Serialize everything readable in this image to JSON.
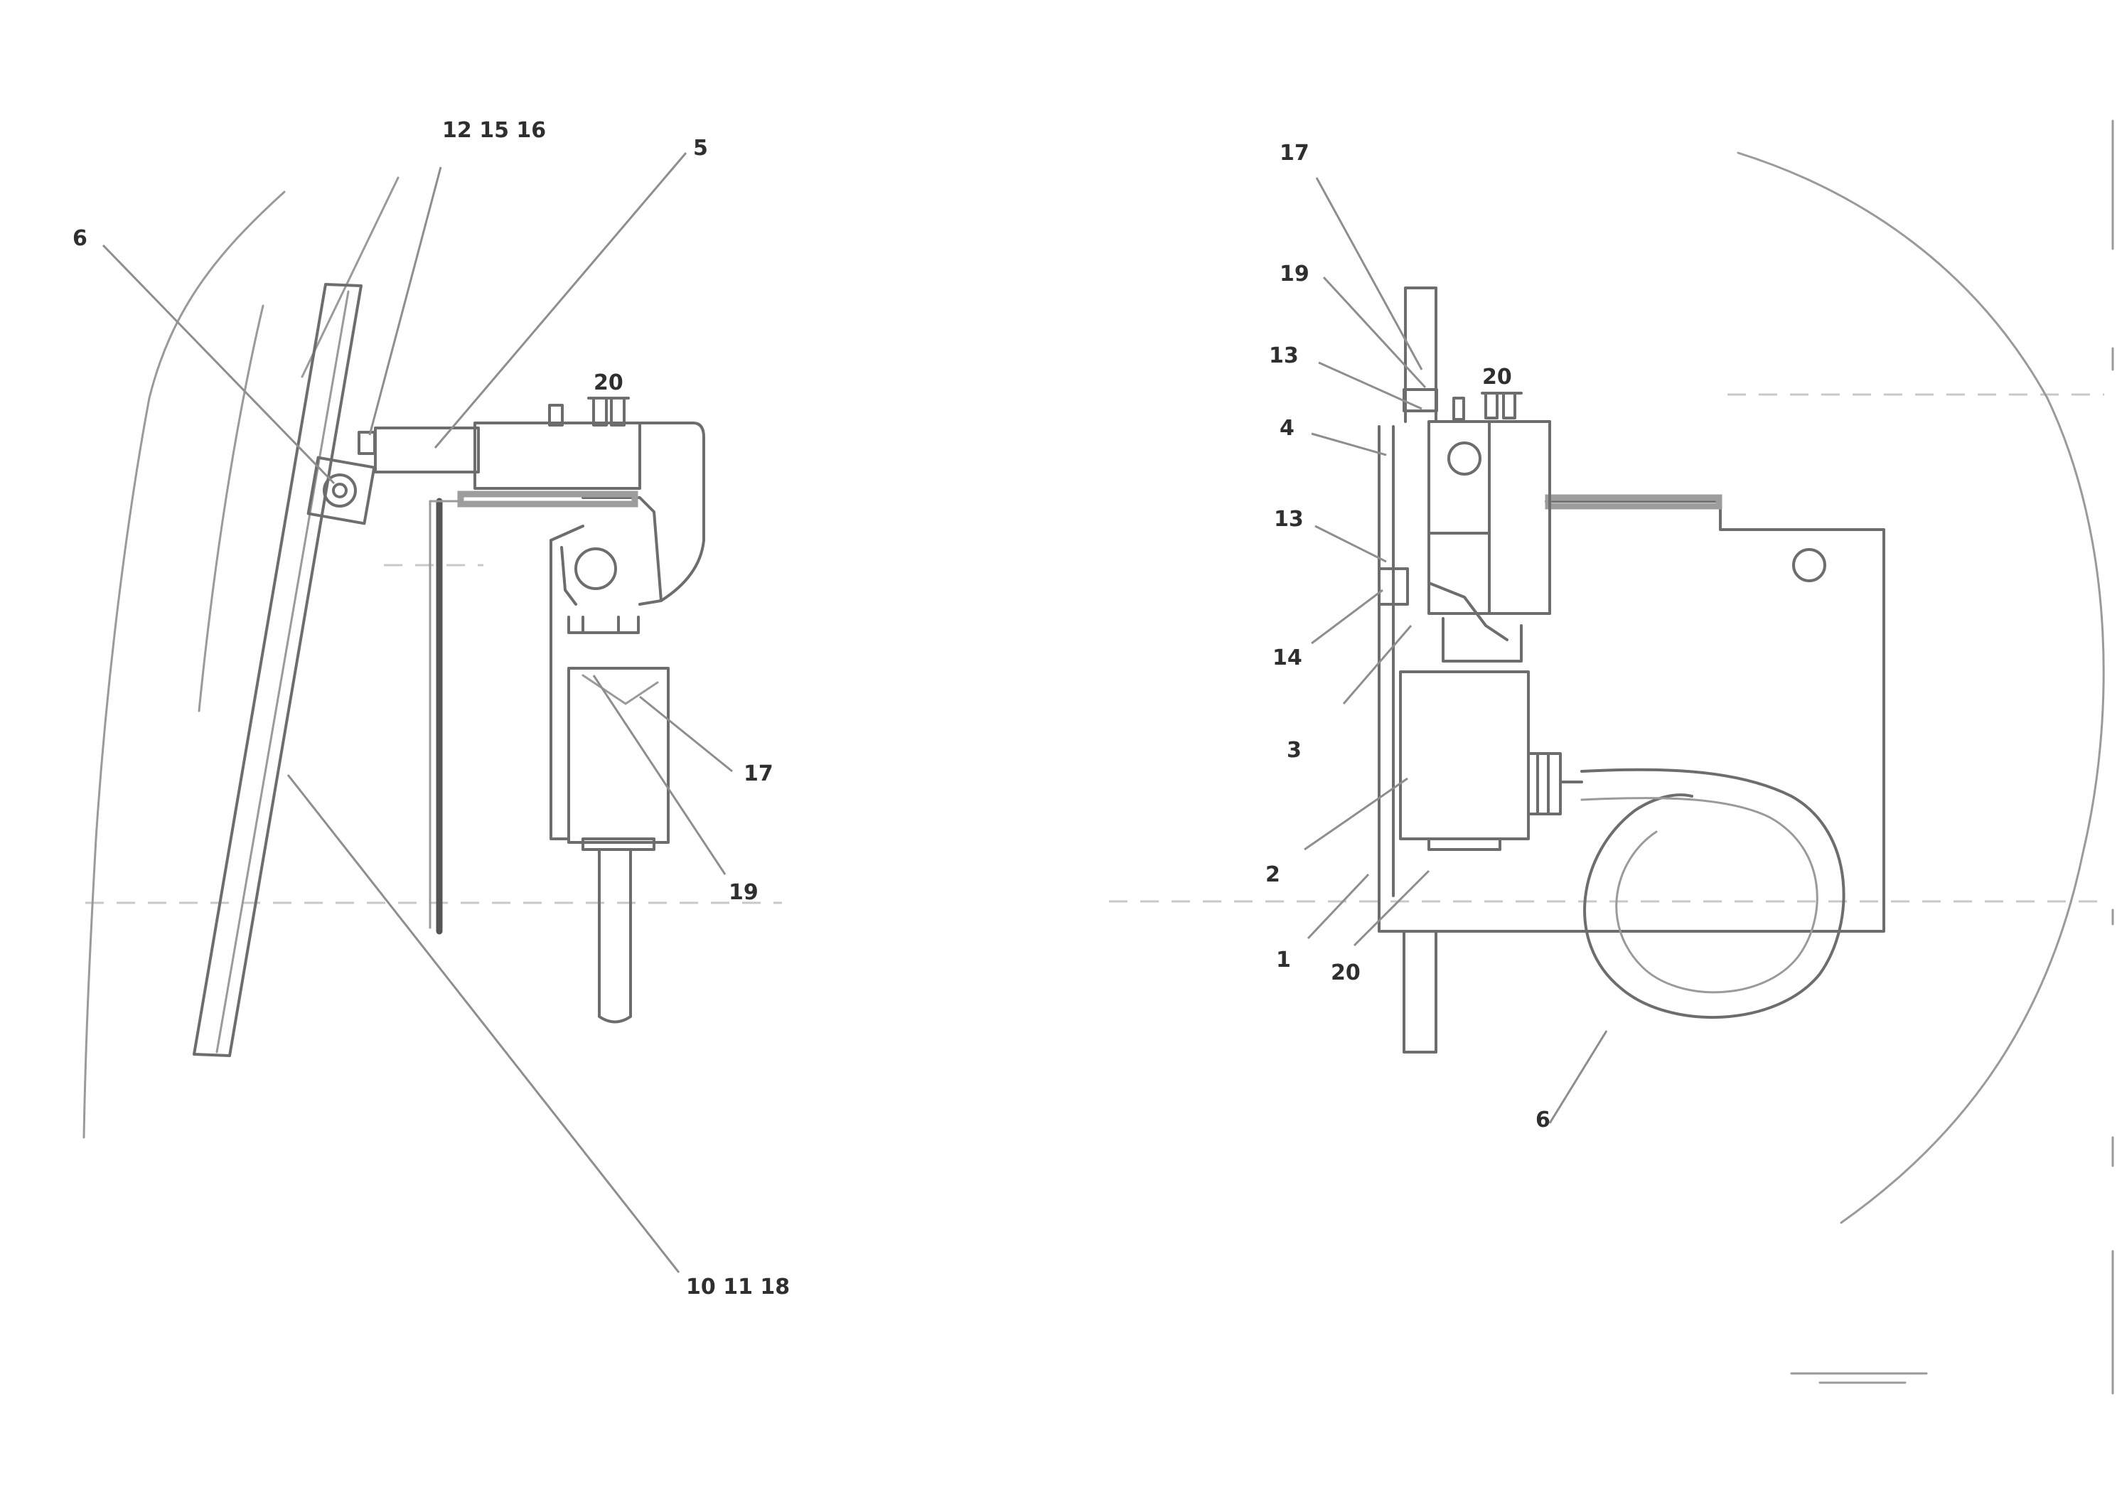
{
  "diagram": {
    "left_view": {
      "callouts": [
        "12 15 16",
        "5",
        "6",
        "20",
        "17",
        "19",
        "10 11 18"
      ]
    },
    "right_view": {
      "callouts": [
        "17",
        "19",
        "13",
        "4",
        "13",
        "14",
        "3",
        "2",
        "1",
        "20",
        "20",
        "6"
      ]
    }
  },
  "title_block": {
    "line1": "",
    "line2": "",
    "code": ""
  }
}
